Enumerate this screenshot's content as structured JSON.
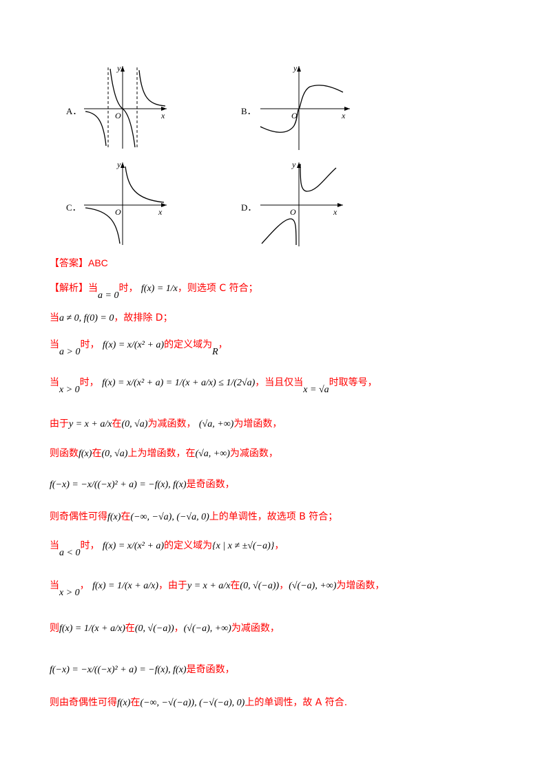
{
  "options": [
    {
      "label": "A．"
    },
    {
      "label": "B．"
    },
    {
      "label": "C．"
    },
    {
      "label": "D．"
    }
  ],
  "axis": {
    "x": "x",
    "y": "y",
    "origin": "O"
  },
  "answer": {
    "tag": "【答案】",
    "value": "ABC"
  },
  "analysis": {
    "tag": "【解析】",
    "l1_a": "当",
    "l1_cond": "a = 0",
    "l1_b": "时，",
    "l1_math": "f(x) = 1/x",
    "l1_c": "，则选项 C 符合；",
    "l2_a": "当",
    "l2_math": "a ≠ 0, f(0) = 0",
    "l2_b": "，故排除 D；",
    "l3_a": "当",
    "l3_cond": "a > 0",
    "l3_b": "时，",
    "l3_math": "f(x) = x/(x² + a)",
    "l3_c": "的定义域为",
    "l3_R": "R",
    "l3_d": "，",
    "l4_a": "当",
    "l4_cond": "x > 0",
    "l4_b": "时，",
    "l4_math": "f(x) = x/(x² + a) = 1/(x + a/x) ≤ 1/(2√a)",
    "l4_c": "，当且仅当",
    "l4_eq": "x = √a",
    "l4_d": "时取等号，",
    "l5_a": "由于",
    "l5_math": "y = x + a/x",
    "l5_b": "在",
    "l5_i1": "(0, √a)",
    "l5_c": "为减函数，",
    "l5_i2": "(√a, +∞)",
    "l5_d": "为增函数，",
    "l6_a": "则函数",
    "l6_fx": "f(x)",
    "l6_b": "在",
    "l6_i1": "(0, √a)",
    "l6_c": "上为增函数，在",
    "l6_i2": "(√a, +∞)",
    "l6_d": "为减函数，",
    "l7_math": "f(−x) = −x/((−x)² + a) = −f(x), f(x)",
    "l7_a": "是奇函数，",
    "l8_a": "则奇偶性可得",
    "l8_fx": "f(x)",
    "l8_b": "在",
    "l8_i": "(−∞, −√a), (−√a, 0)",
    "l8_c": "上的单调性，故选项 B 符合；",
    "l9_a": "当",
    "l9_cond": "a < 0",
    "l9_b": "时，",
    "l9_math": "f(x) = x/(x² + a)",
    "l9_c": "的定义域为",
    "l9_set": "{x | x ≠ ±√(−a)}",
    "l9_d": "，",
    "l10_a": "当",
    "l10_cond": "x > 0",
    "l10_b": "，",
    "l10_math": "f(x) = 1/(x + a/x)",
    "l10_c": "，由于",
    "l10_y": "y = x + a/x",
    "l10_d": "在",
    "l10_i1": "(0, √(−a))",
    "l10_sep": "，",
    "l10_i2": "(√(−a), +∞)",
    "l10_e": "为增函数，",
    "l11_a": "则",
    "l11_math": "f(x) = 1/(x + a/x)",
    "l11_b": "在",
    "l11_i1": "(0, √(−a))",
    "l11_sep": "，",
    "l11_i2": "(√(−a), +∞)",
    "l11_c": "为减函数，",
    "l12_math": "f(−x) = −x/((−x)² + a) = −f(x), f(x)",
    "l12_a": "是奇函数，",
    "l13_a": "则由奇偶性可得",
    "l13_fx": "f(x)",
    "l13_b": "在",
    "l13_i": "(−∞, −√(−a)), (−√(−a), 0)",
    "l13_c": "上的单调性，故 A 符合."
  },
  "colors": {
    "analysis_text": "#ff0000",
    "math_text": "#000000"
  }
}
